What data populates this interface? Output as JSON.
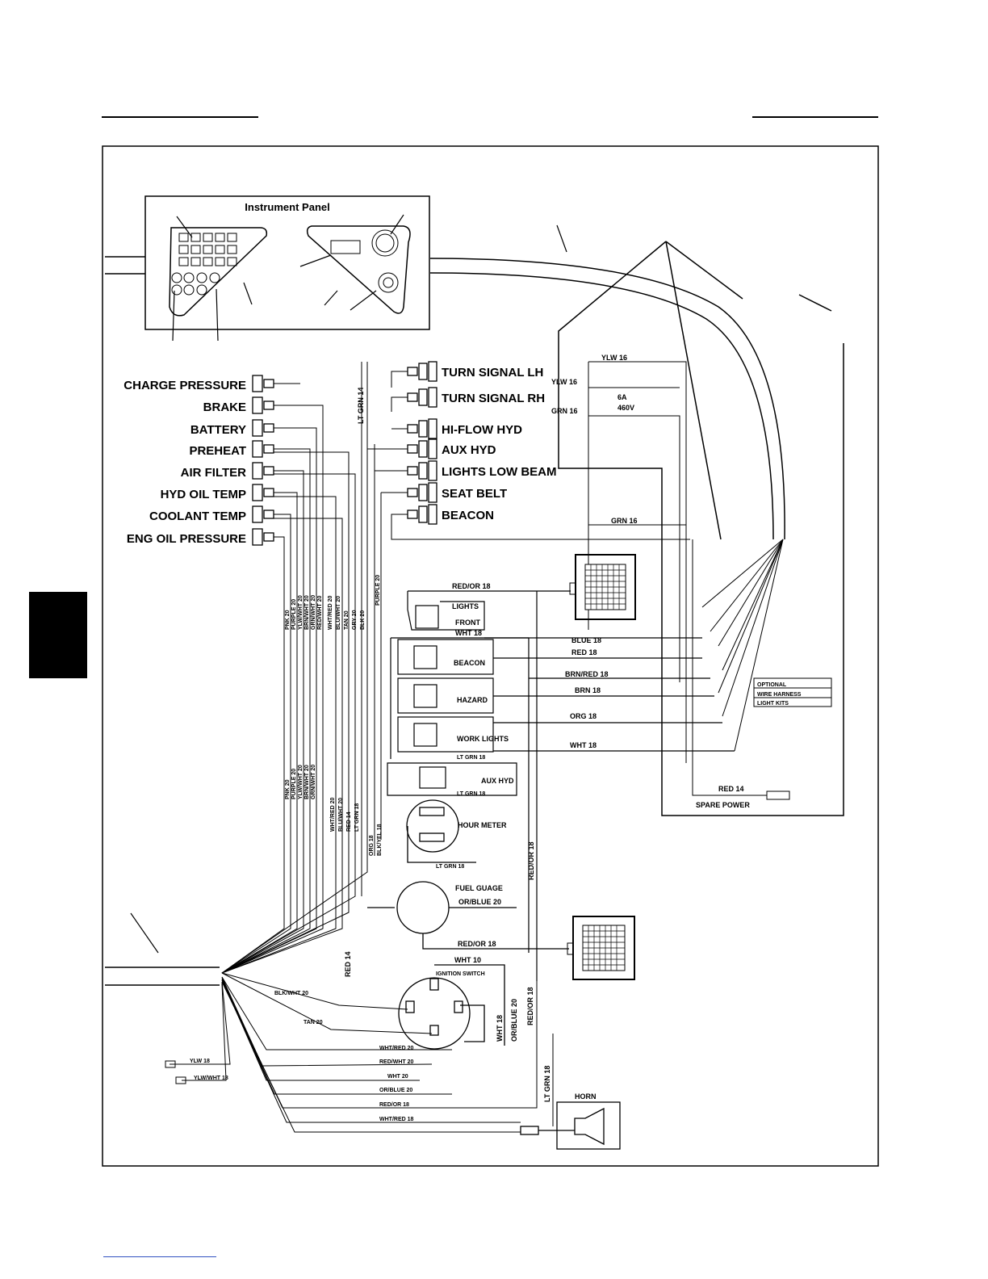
{
  "panel": {
    "title": "Instrument Panel"
  },
  "sensors": [
    "CHARGE PRESSURE",
    "BRAKE",
    "BATTERY",
    "PREHEAT",
    "AIR FILTER",
    "HYD OIL TEMP",
    "COOLANT TEMP",
    "ENG OIL PRESSURE"
  ],
  "outputs": [
    "TURN SIGNAL LH",
    "TURN SIGNAL RH",
    "HI-FLOW HYD",
    "AUX HYD",
    "LIGHTS LOW BEAM",
    "SEAT BELT",
    "BEACON"
  ],
  "switches": {
    "lights": "LIGHTS",
    "front": "FRONT",
    "beacon": "BEACON",
    "hazard": "HAZARD",
    "work_lights": "WORK LIGHTS",
    "aux_hyd": "AUX HYD"
  },
  "components": {
    "hour_meter": "HOUR METER",
    "fuel_gauge": "FUEL GUAGE",
    "ignition_switch": "IGNITION SWITCH",
    "horn": "HORN",
    "spare_power": "SPARE POWER"
  },
  "flasher": {
    "amps": "6A",
    "volts": "460V"
  },
  "optional_box": [
    "OPTIONAL",
    "WIRE HARNESS",
    "LIGHT KITS"
  ],
  "wires": {
    "ylw16_top": "YLW 16",
    "ylw16": "YLW 16",
    "grn16_a": "GRN 16",
    "grn16_b": "GRN 16",
    "lt_grn14": "LT GRN 14",
    "red_or18_top": "RED/OR 18",
    "wht18_sw": "WHT 18",
    "blue18": "BLUE 18",
    "red18": "RED 18",
    "brn_red18": "BRN/RED 18",
    "brn18": "BRN 18",
    "org18": "ORG 18",
    "wht18": "WHT 18",
    "lt_grn18_a": "LT GRN 18",
    "lt_grn18_b": "LT GRN 18",
    "red14_spare": "RED 14",
    "lt_grn18_c": "LT GRN 18",
    "or_blue20": "OR/BLUE 20",
    "red_or18_bot": "RED/OR 18",
    "wht10": "WHT 10",
    "red_or18_v": "RED/OR 18",
    "red14_v": "RED 14",
    "wht18_v": "WHT 18",
    "or_blue20_v": "OR/BLUE 20",
    "red_or18_v2": "RED/OR 18",
    "lt_grn18_v": "LT GRN 18",
    "ylw18": "YLW 18",
    "ylw_wht18": "YLW/WHT 18"
  }
}
